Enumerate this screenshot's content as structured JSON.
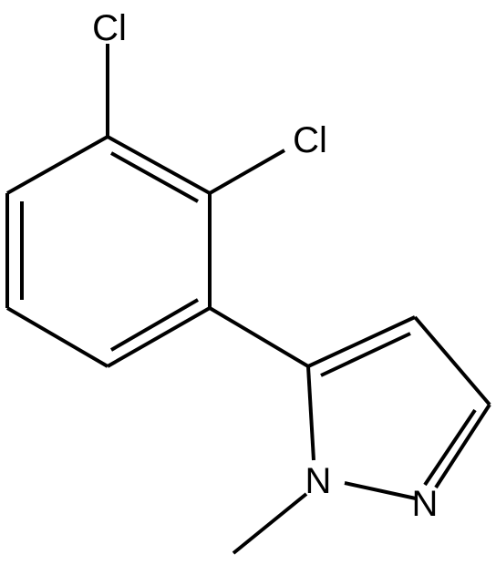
{
  "structure": {
    "atom_labels": {
      "cl_top": "Cl",
      "cl_right": "Cl",
      "n1": "N",
      "n2": "N"
    }
  },
  "colors": {
    "background": "#ffffff",
    "bond": "#000000",
    "label": "#000000"
  }
}
